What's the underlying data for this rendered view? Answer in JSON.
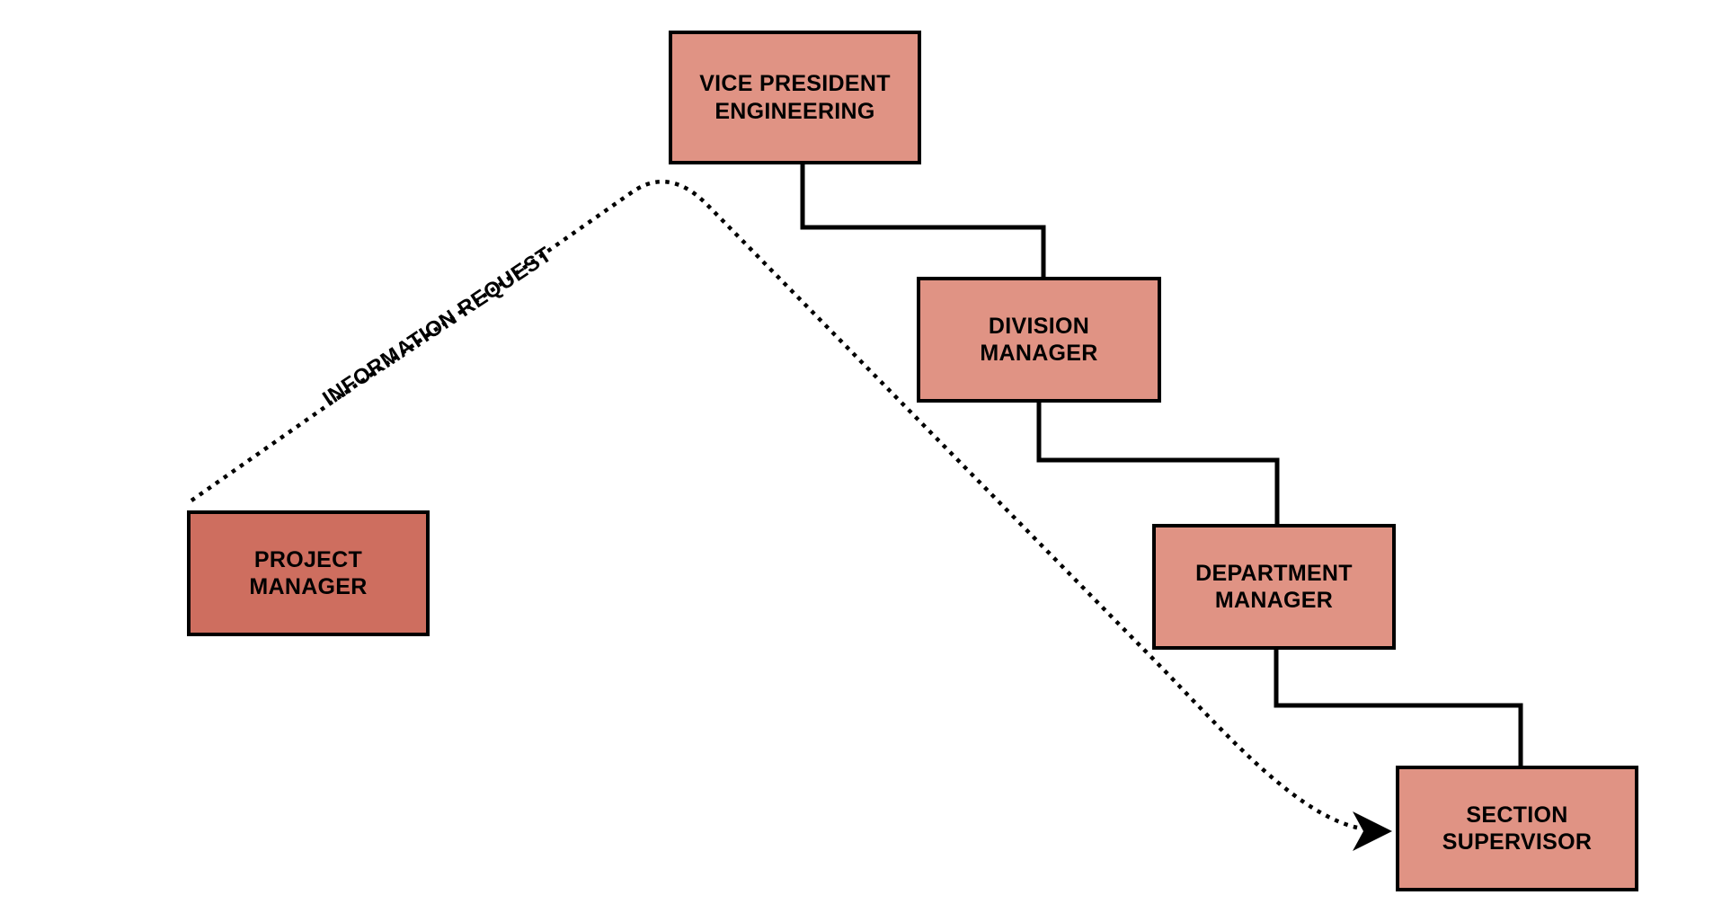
{
  "diagram": {
    "type": "org-chart",
    "colors": {
      "background": "#FFFFFF",
      "node_fill_light": "#E09384",
      "node_fill_dark": "#CE6E5F",
      "node_border": "#000000",
      "connector": "#000000",
      "text": "#000000"
    },
    "nodes": [
      {
        "id": "vice-president-engineering",
        "label": "VICE PRESIDENT\nENGINEERING",
        "fill": "light"
      },
      {
        "id": "division-manager",
        "label": "DIVISION\nMANAGER",
        "fill": "light"
      },
      {
        "id": "department-manager",
        "label": "DEPARTMENT\nMANAGER",
        "fill": "light"
      },
      {
        "id": "section-supervisor",
        "label": "SECTION\nSUPERVISOR",
        "fill": "light"
      },
      {
        "id": "project-manager",
        "label": "PROJECT\nMANAGER",
        "fill": "dark"
      }
    ],
    "solid_connectors": [
      {
        "from": "vice-president-engineering",
        "to": "division-manager"
      },
      {
        "from": "division-manager",
        "to": "department-manager"
      },
      {
        "from": "department-manager",
        "to": "section-supervisor"
      }
    ],
    "dotted_arrow": {
      "from": "project-manager",
      "to": "section-supervisor",
      "label": "INFORMATION REQUEST",
      "style": "dotted",
      "arrowhead": "filled-dart"
    }
  }
}
